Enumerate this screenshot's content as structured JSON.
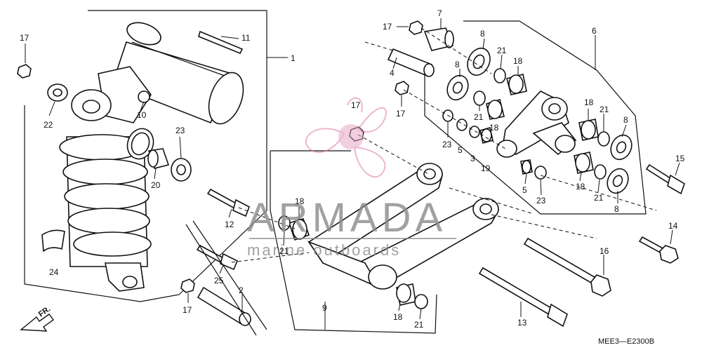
{
  "watermark": {
    "brand": "ARMADA",
    "tagline": "marine outboards"
  },
  "direction_marker": "FR.",
  "diagram_code": "MEE3—E2300B",
  "labels": {
    "p17a": "17",
    "p11": "11",
    "p1": "1",
    "p22": "22",
    "p10": "10",
    "p23a": "23",
    "p20": "20",
    "p24": "24",
    "p12": "12",
    "p25": "25",
    "p17c": "17",
    "p2": "2",
    "p7": "7",
    "p17b": "17",
    "p8a": "8",
    "p6": "6",
    "p4": "4",
    "p21a": "21",
    "p18a": "18",
    "p8b": "8",
    "p17d": "17",
    "p17e": "17",
    "p21b": "21",
    "p18b": "18",
    "p23b": "23",
    "p5a": "5",
    "p3": "3",
    "p19": "19",
    "p18c": "18",
    "p21c": "21",
    "p8c": "8",
    "p15": "15",
    "p5b": "5",
    "p23c": "23",
    "p18d": "18",
    "p21d": "21",
    "p8d": "8",
    "p18e": "18",
    "p21e": "21",
    "p14": "14",
    "p16": "16",
    "p9": "9",
    "p18f": "18",
    "p21f": "21",
    "p13": "13"
  }
}
